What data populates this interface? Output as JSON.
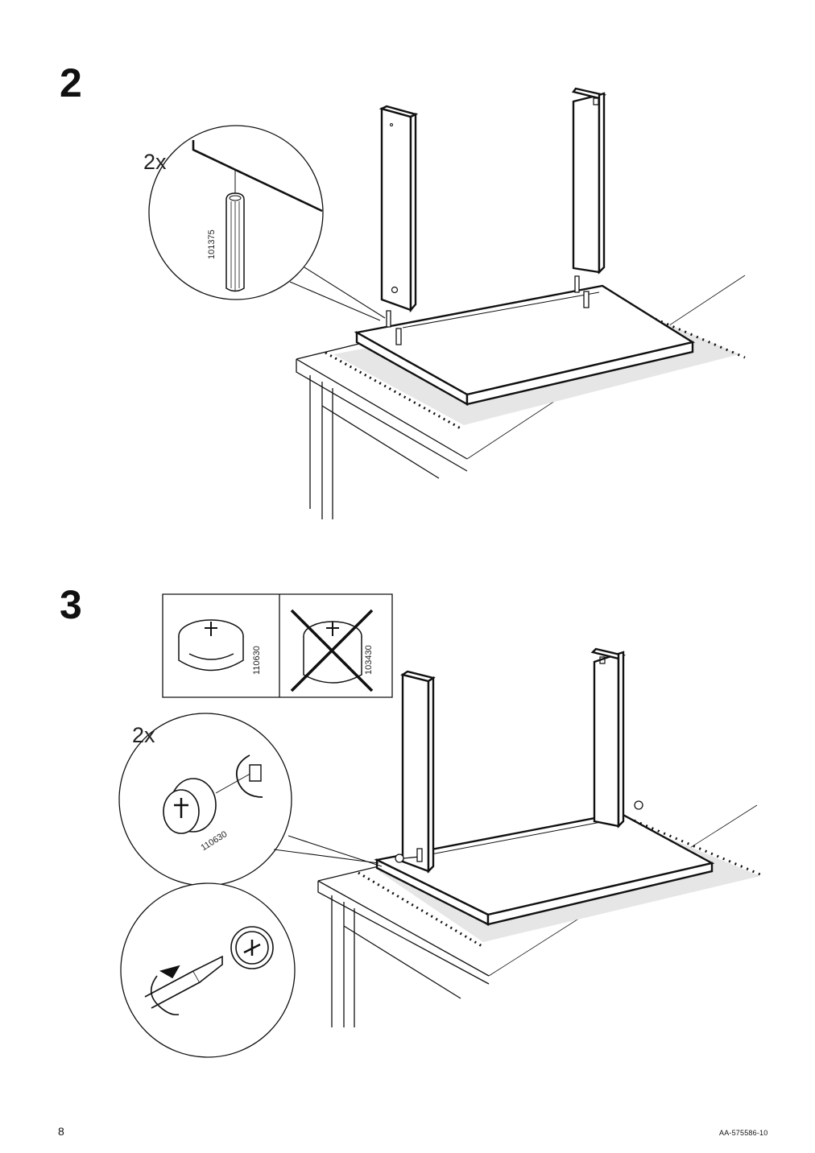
{
  "steps": [
    {
      "number": "2",
      "quantity": "2x",
      "part_numbers": [
        "101375"
      ]
    },
    {
      "number": "3",
      "quantity": "2x",
      "part_numbers": [
        "110630",
        "103430",
        "110630"
      ]
    }
  ],
  "footer": {
    "page_number": "8",
    "document_code": "AA-575586-10"
  }
}
